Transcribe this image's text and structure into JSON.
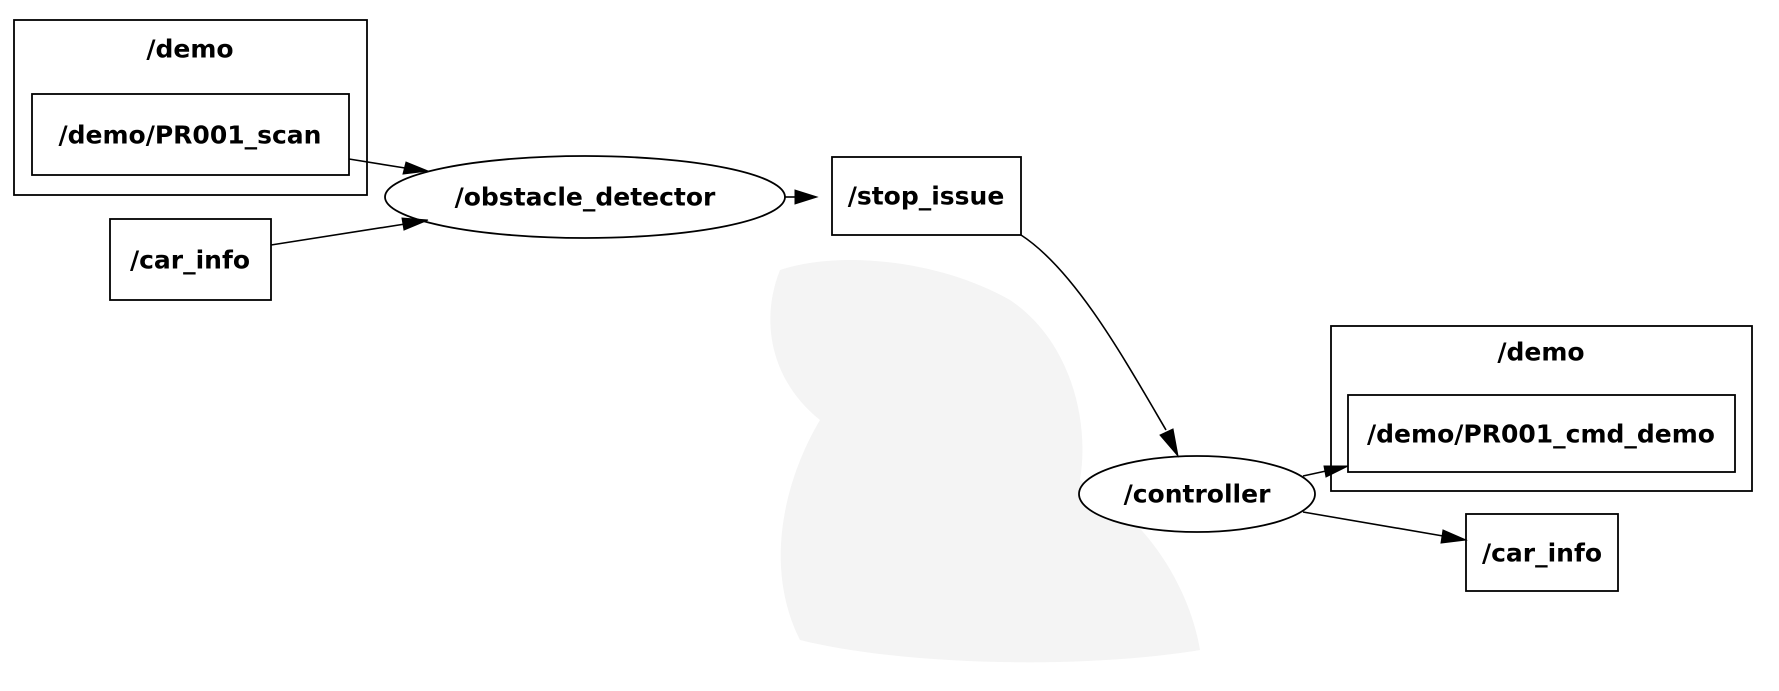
{
  "graph": {
    "clusters": {
      "demo_top": {
        "label": "/demo"
      },
      "demo_bottom": {
        "label": "/demo"
      }
    },
    "topics": {
      "demo_pr001_scan": "/demo/PR001_scan",
      "car_info_in": "/car_info",
      "stop_issue": "/stop_issue",
      "demo_pr001_cmd_demo": "/demo/PR001_cmd_demo",
      "car_info_out": "/car_info"
    },
    "nodes": {
      "obstacle_detector": "/obstacle_detector",
      "controller": "/controller"
    },
    "edges": [
      {
        "from": "/demo/PR001_scan",
        "to": "/obstacle_detector"
      },
      {
        "from": "/car_info",
        "to": "/obstacle_detector"
      },
      {
        "from": "/obstacle_detector",
        "to": "/stop_issue"
      },
      {
        "from": "/stop_issue",
        "to": "/controller"
      },
      {
        "from": "/controller",
        "to": "/demo/PR001_cmd_demo"
      },
      {
        "from": "/controller",
        "to": "/car_info"
      }
    ]
  }
}
